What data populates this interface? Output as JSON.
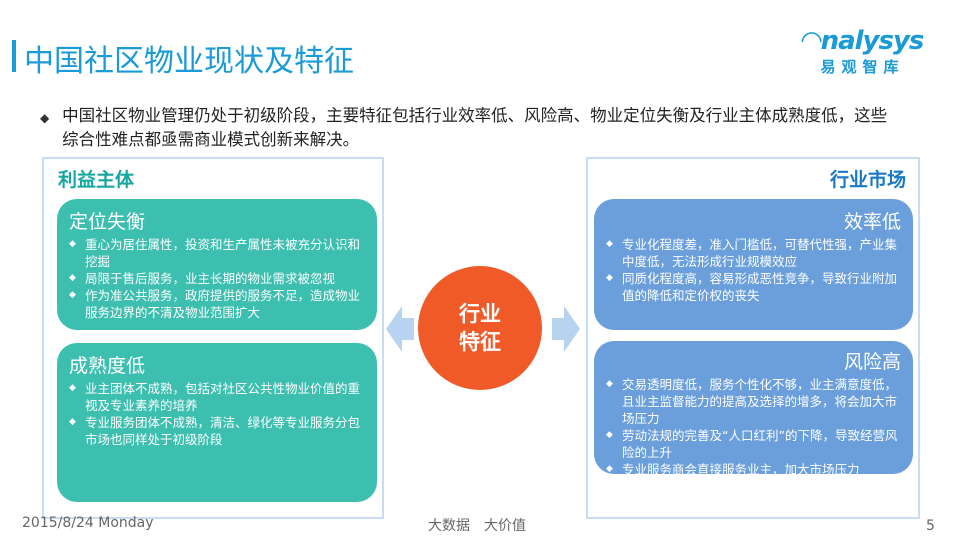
{
  "title": "中国社区物业现状及特征",
  "logo": {
    "en": "nalysys",
    "cn": "易观智库"
  },
  "intro": "中国社区物业管理仍处于初级阶段，主要特征包括行业效率低、风险高、物业定位失衡及行业主体成熟度低，这些综合性难点都亟需商业模式创新来解决。",
  "left": {
    "header": "利益主体",
    "cards": [
      {
        "title": "定位失衡",
        "items": [
          "重心为居住属性，投资和生产属性未被充分认识和挖掘",
          "局限于售后服务，业主长期的物业需求被忽视",
          "作为准公共服务，政府提供的服务不足，造成物业服务边界的不清及物业范围扩大"
        ]
      },
      {
        "title": "成熟度低",
        "items": [
          "业主团体不成熟，包括对社区公共性物业价值的重视及专业素养的培养",
          "专业服务团体不成熟，清洁、绿化等专业服务分包市场也同样处于初级阶段"
        ]
      }
    ]
  },
  "right": {
    "header": "行业市场",
    "cards": [
      {
        "title": "效率低",
        "items": [
          "专业化程度差，准入门槛低，可替代性强，产业集中度低，无法形成行业规模效应",
          "同质化程度高，容易形成恶性竞争，导致行业附加值的降低和定价权的丧失"
        ]
      },
      {
        "title": "风险高",
        "items": [
          "交易透明度低，服务个性化不够，业主满意度低，且业主监督能力的提高及选择的增多，将会加大市场压力",
          "劳动法规的完善及“人口红利”的下降，导致经营风险的上升",
          "专业服务商会直接服务业主，加大市场压力"
        ]
      }
    ]
  },
  "center": {
    "line1": "行业",
    "line2": "特征"
  },
  "footer": {
    "date": "2015/8/24 Monday",
    "mid": "大数据　大价值",
    "page": "5"
  }
}
